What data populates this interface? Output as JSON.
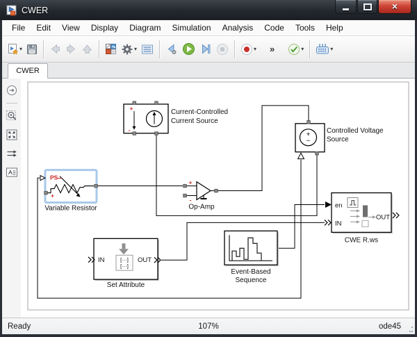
{
  "window": {
    "title": "CWER"
  },
  "menu": {
    "items": [
      "File",
      "Edit",
      "View",
      "Display",
      "Diagram",
      "Simulation",
      "Analysis",
      "Code",
      "Tools",
      "Help"
    ]
  },
  "toolbar": {
    "overflow": "»"
  },
  "tab": {
    "label": "CWER"
  },
  "canvas": {
    "blocks": {
      "cccs": {
        "line1": "Current-Controlled",
        "line2": "Current Source",
        "plus": "+",
        "minus": "-"
      },
      "cvs": {
        "line1": "Controlled Voltage",
        "line2": "Source",
        "plus": "+",
        "minus": "−"
      },
      "variable_resistor": {
        "label": "Variable Resistor",
        "ps": "PS",
        "plus": "+"
      },
      "op_amp": {
        "label": "Op-Amp",
        "plus": "+",
        "minus": "-"
      },
      "set_attribute": {
        "label": "Set Attribute",
        "in": "IN",
        "out": "OUT",
        "rows": "[···]"
      },
      "event_based_sequence": {
        "line1": "Event-Based",
        "line2": "Sequence"
      },
      "cwer_ws": {
        "label": "CWE R.ws",
        "en": "en",
        "in": "IN",
        "out": "OUT"
      }
    }
  },
  "statusbar": {
    "ready": "Ready",
    "zoom": "107%",
    "solver": "ode45"
  },
  "colors": {
    "close_red": "#cf4437",
    "run_green": "#7db944",
    "record_red": "#c9302c",
    "selection_blue": "#a9c9ea",
    "ps_red": "#cc2222",
    "canvas_bg": "#ffffff"
  }
}
